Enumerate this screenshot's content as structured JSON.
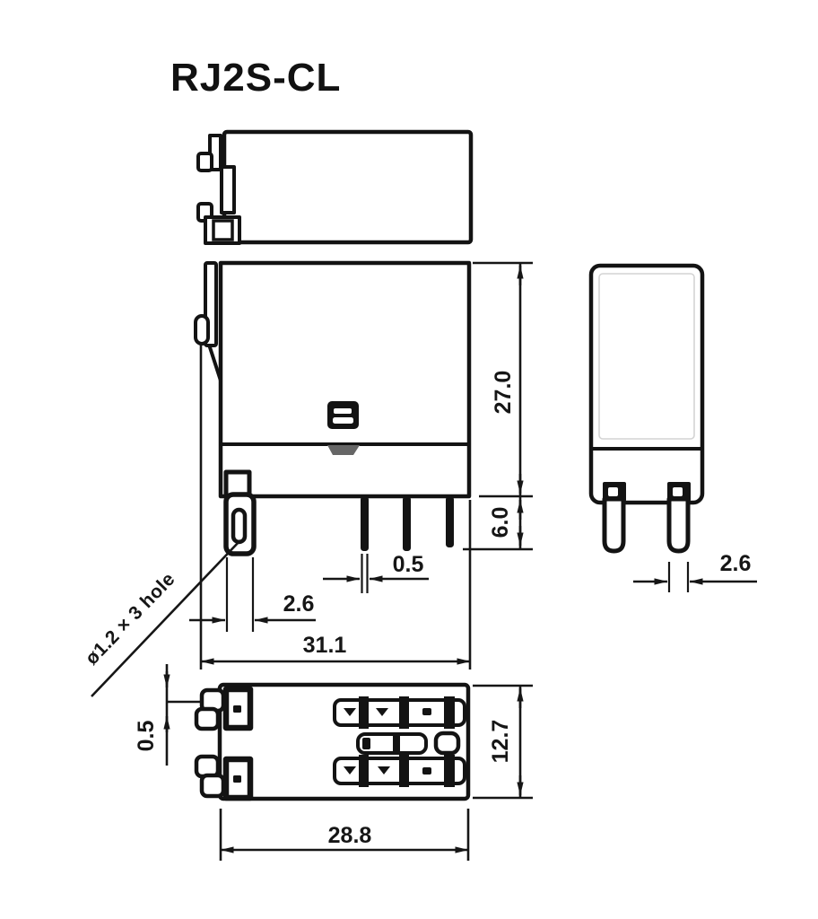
{
  "title": "RJ2S-CL",
  "annotations": {
    "hole_note": "ø1.2 × 3 hole"
  },
  "dimensions": {
    "front_view": {
      "body_height_mm": "27.0",
      "pin_length_mm": "6.0",
      "pin_thickness_mm": "0.5",
      "latch_hole_offset_mm": "2.6",
      "overall_width_mm": "31.1"
    },
    "side_view": {
      "pin_width_mm": "2.6"
    },
    "bottom_view": {
      "body_depth_mm": "12.7",
      "latch_protrusion_mm": "0.5",
      "body_width_mm": "28.8"
    }
  },
  "colors": {
    "ink": "#131313",
    "background": "#ffffff",
    "shade": "#666666"
  }
}
